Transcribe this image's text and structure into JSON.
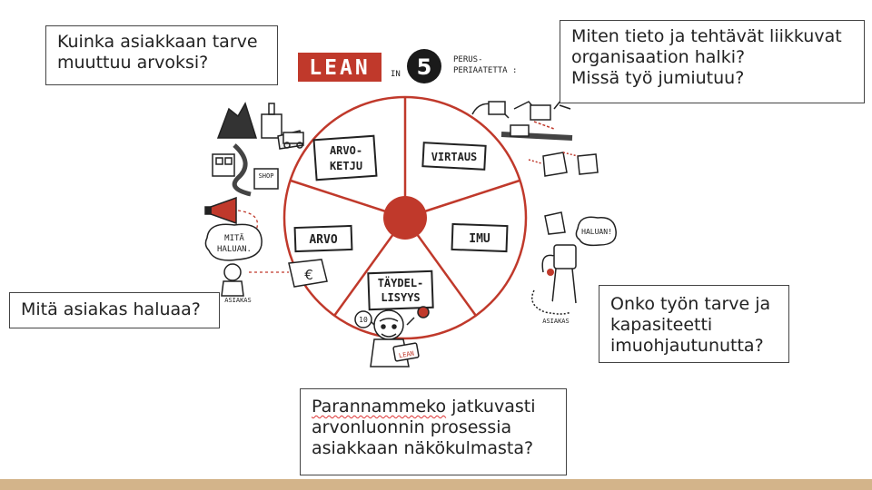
{
  "header": {
    "logo_text": "LEAN",
    "in_word": "IN",
    "number": "5",
    "principles_line1": "PERUS-",
    "principles_line2": "PERIAATETTA :"
  },
  "questions": {
    "q_value": "Kuinka asiakkaan tarve\nmuuttuu arvoksi?",
    "q_flow": "Miten tieto ja tehtävät liikkuvat\norganisaation halki?\nMissä työ jumiutuu?",
    "q_customer": "Mitä asiakas haluaa?",
    "q_pull": "Onko työn tarve ja\nkapasiteetti\nimuohjautunutta?",
    "q_perfection_word": "Parannammeko",
    "q_perfection_rest": " jatkuvasti\narvonluonnin prosessia\nasiakkaan näkökulmasta?"
  },
  "wheel": {
    "segments": [
      {
        "line1": "ARVO-",
        "line2": "KETJU"
      },
      {
        "line1": "VIRTAUS",
        "line2": ""
      },
      {
        "line1": "IMU",
        "line2": ""
      },
      {
        "line1": "TÄYDEL-",
        "line2": "LISYYS"
      },
      {
        "line1": "ARVO",
        "line2": ""
      }
    ]
  },
  "illustrations": {
    "shop_sign": "SHOP",
    "bubble_left_1": "MITÄ",
    "bubble_left_2": "HALUAN.",
    "euro_sign": "€",
    "person_left_label": "ASIAKAS",
    "bubble_right": "HALUAN!",
    "person_right_label": "ASIAKAS",
    "child_sign": "LEAN",
    "balloon_10": "10",
    "colors": {
      "accent": "#c0392b",
      "ink": "#222222",
      "bar": "#d3b48a"
    }
  }
}
